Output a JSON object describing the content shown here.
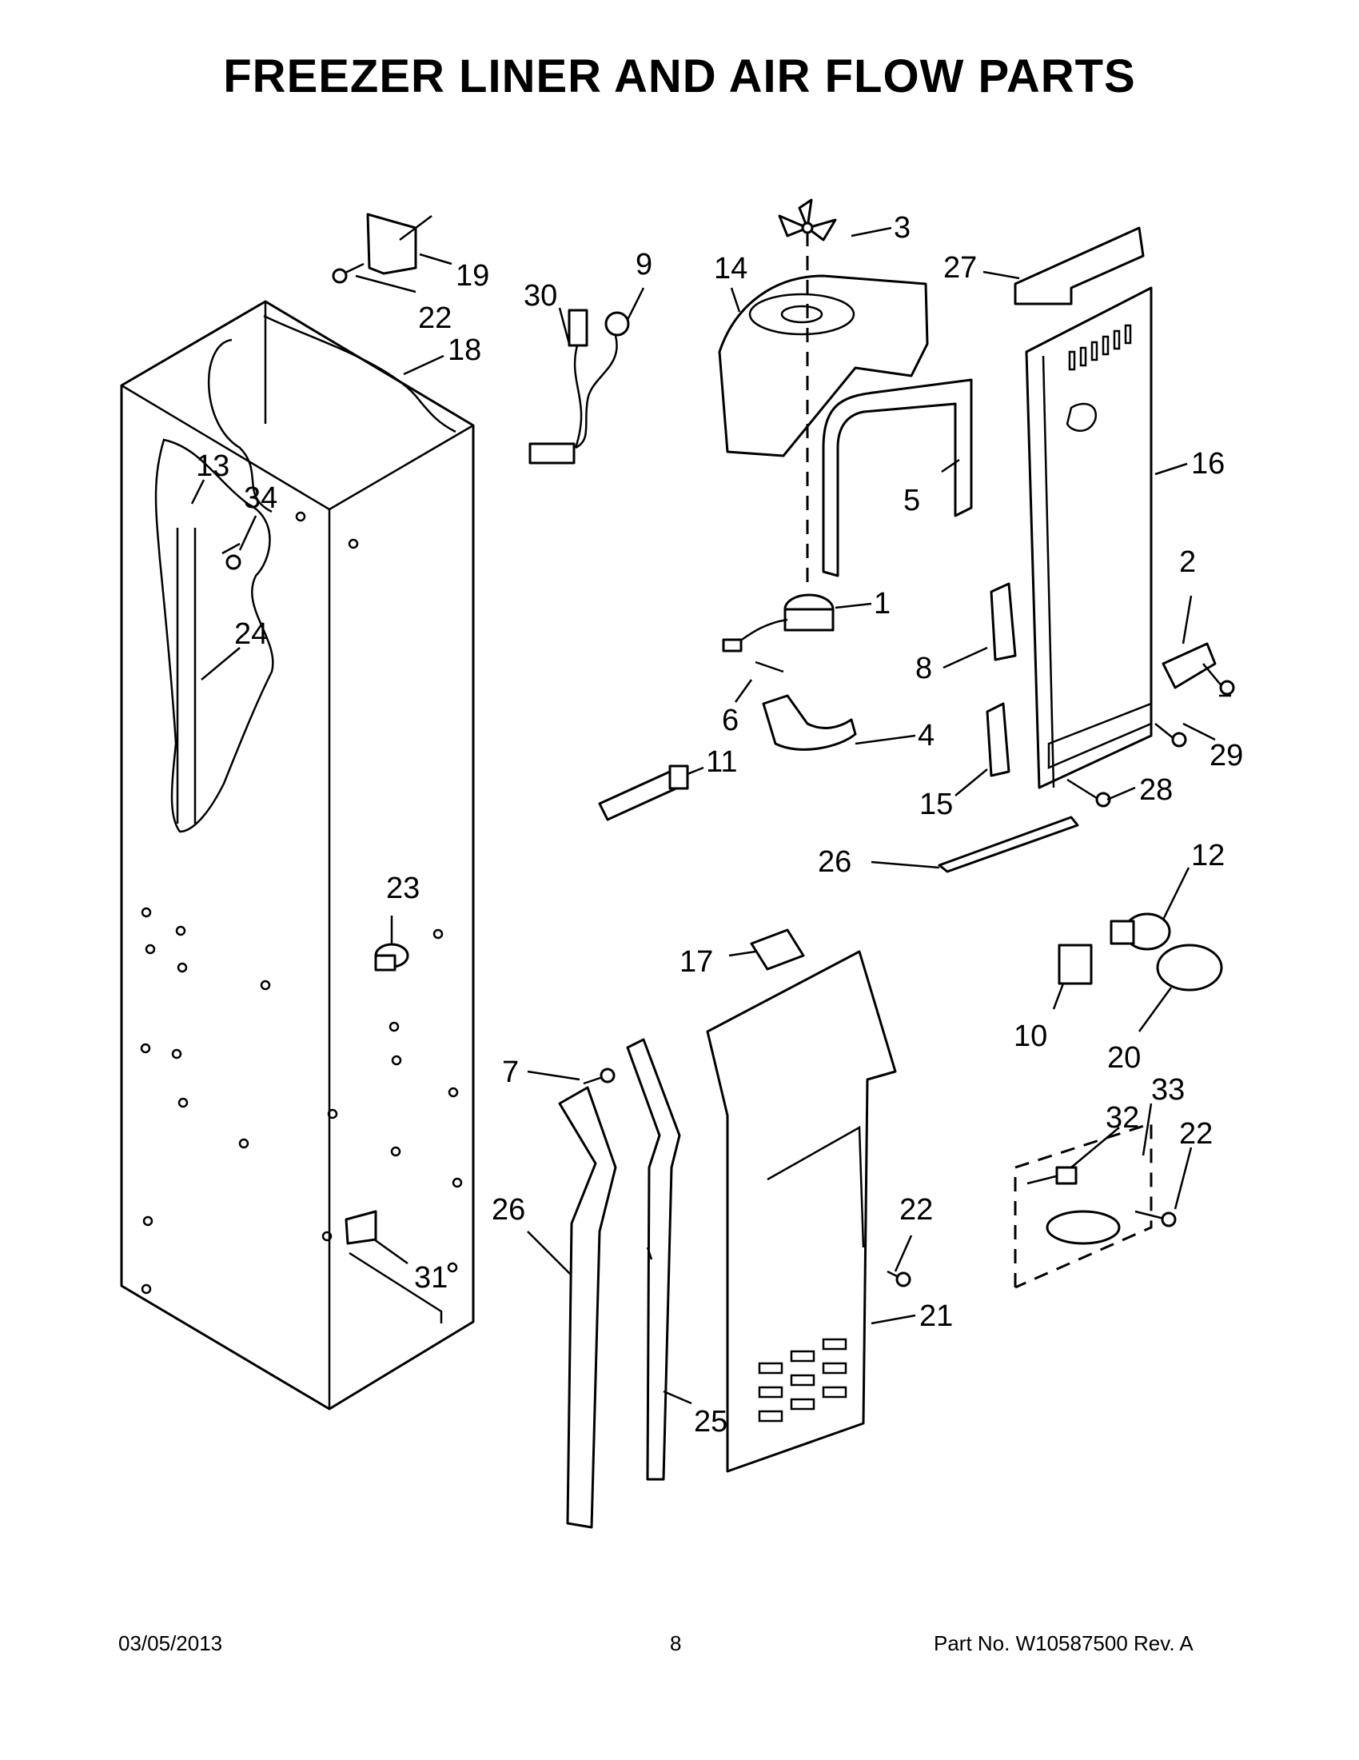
{
  "page": {
    "title": "FREEZER LINER AND AIR FLOW PARTS",
    "footer_date": "03/05/2013",
    "footer_page": "8",
    "footer_part": "Part No.  W10587500  Rev.  A"
  },
  "callouts": [
    {
      "key": "c1",
      "text": "1"
    },
    {
      "key": "c2",
      "text": "2"
    },
    {
      "key": "c3",
      "text": "3"
    },
    {
      "key": "c4",
      "text": "4"
    },
    {
      "key": "c5",
      "text": "5"
    },
    {
      "key": "c6",
      "text": "6"
    },
    {
      "key": "c7",
      "text": "7"
    },
    {
      "key": "c8",
      "text": "8"
    },
    {
      "key": "c9",
      "text": "9"
    },
    {
      "key": "c10",
      "text": "10"
    },
    {
      "key": "c11",
      "text": "11"
    },
    {
      "key": "c12",
      "text": "12"
    },
    {
      "key": "c13",
      "text": "13"
    },
    {
      "key": "c14",
      "text": "14"
    },
    {
      "key": "c15",
      "text": "15"
    },
    {
      "key": "c16",
      "text": "16"
    },
    {
      "key": "c17",
      "text": "17"
    },
    {
      "key": "c18",
      "text": "18"
    },
    {
      "key": "c19",
      "text": "19"
    },
    {
      "key": "c20",
      "text": "20"
    },
    {
      "key": "c21",
      "text": "21"
    },
    {
      "key": "c22a",
      "text": "22"
    },
    {
      "key": "c22b",
      "text": "22"
    },
    {
      "key": "c22c",
      "text": "22"
    },
    {
      "key": "c23",
      "text": "23"
    },
    {
      "key": "c24",
      "text": "24"
    },
    {
      "key": "c25",
      "text": "25"
    },
    {
      "key": "c26a",
      "text": "26"
    },
    {
      "key": "c26b",
      "text": "26"
    },
    {
      "key": "c27",
      "text": "27"
    },
    {
      "key": "c28",
      "text": "28"
    },
    {
      "key": "c29",
      "text": "29"
    },
    {
      "key": "c30",
      "text": "30"
    },
    {
      "key": "c31",
      "text": "31"
    },
    {
      "key": "c32",
      "text": "32"
    },
    {
      "key": "c33",
      "text": "33"
    },
    {
      "key": "c34",
      "text": "34"
    }
  ]
}
